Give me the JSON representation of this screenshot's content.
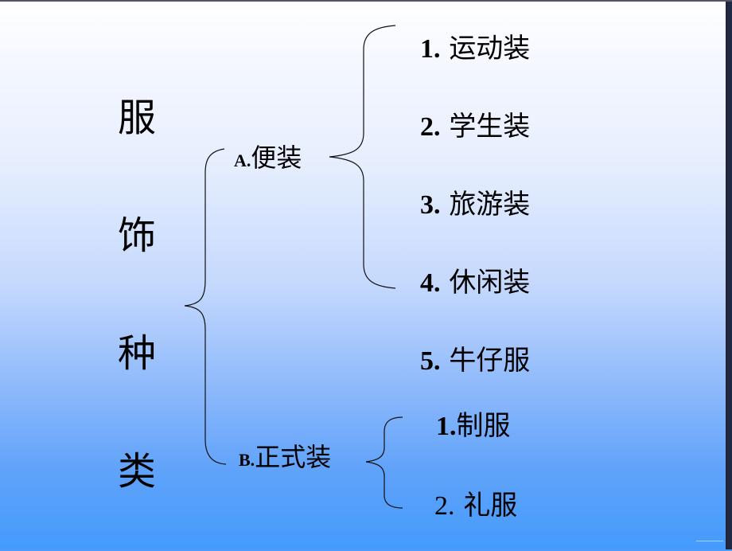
{
  "slide": {
    "title_chars": [
      "服",
      "饰",
      "种",
      "类"
    ],
    "categories": [
      {
        "prefix": "A.",
        "label": "便装",
        "items": [
          {
            "num": "1.",
            "label": "运动装"
          },
          {
            "num": "2.",
            "label": "学生装"
          },
          {
            "num": "3.",
            "label": "旅游装"
          },
          {
            "num": "4.",
            "label": "休闲装"
          },
          {
            "num": "5.",
            "label": "牛仔服"
          }
        ]
      },
      {
        "prefix": "B.",
        "label": "正式装",
        "items": [
          {
            "num": "1.",
            "label": "制服"
          },
          {
            "num": "2.",
            "label": "礼服"
          }
        ]
      }
    ]
  },
  "colors": {
    "gradient_top": "#ffffff",
    "gradient_bottom": "#449bfc",
    "text": "#000000"
  }
}
